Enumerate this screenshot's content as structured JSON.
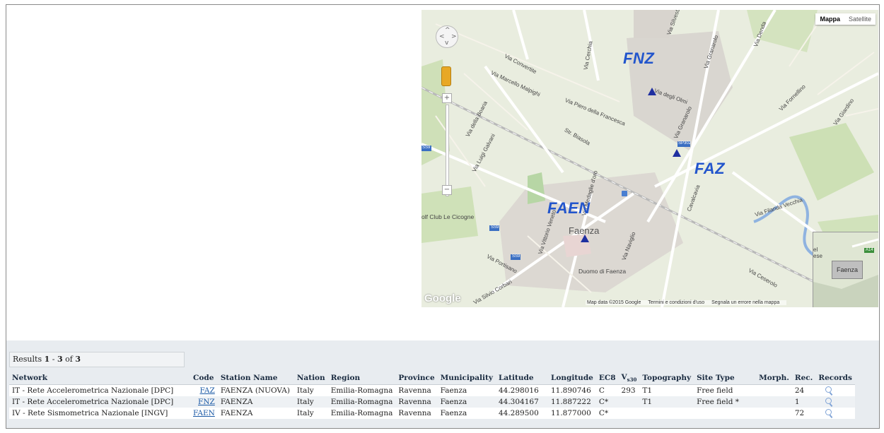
{
  "map": {
    "type_buttons": [
      "Mappa",
      "Satellite"
    ],
    "active_type": "Mappa",
    "station_labels": [
      "FNZ",
      "FAZ",
      "FAEN"
    ],
    "town_label": "Faenza",
    "street_labels": [
      "Via Convertite",
      "Via Cerchia",
      "Via Silvestro",
      "Via Granarolo",
      "Via Denda",
      "Via degli Olmi",
      "Via Marcello Malpighi",
      "Via della Boaria",
      "Via Luigi Galvani",
      "Via Piero della Francesca",
      "Str. Biasola",
      "Via Granarolo",
      "Via Fornellino",
      "Via Giardino",
      "Cavalcavia",
      "Via Filanda Vecchia",
      "Via Vittorio Veneto",
      "Via Portisano",
      "Via Silvio Corbari",
      "Via Ceserolo",
      "Via Naviglio",
      "Via Medaglie d'oro"
    ],
    "place_labels": [
      "olf Club Le Cicogne",
      "Duomo di Faenza",
      "SP302",
      "SS9",
      "SS9",
      "SS9",
      "A14"
    ],
    "attribution": [
      "Map data ©2015 Google",
      "Termini e condizioni d'uso",
      "Segnala un errore nella mappa"
    ],
    "google_logo": "Google",
    "overview_label": "Faenza",
    "overview_side_text": "el ese"
  },
  "results": {
    "prefix": "Results",
    "from": "1",
    "to": "3",
    "of_word": "of",
    "total": "3",
    "headers": [
      "Network",
      "Code",
      "Station Name",
      "Nation",
      "Region",
      "Province",
      "Municipality",
      "Latitude",
      "Longitude",
      "EC8",
      "V",
      "Topography",
      "Site Type",
      "Morph.",
      "Rec.",
      "Records"
    ],
    "vs30_sub": "s30",
    "rows": [
      {
        "network": "IT - Rete Accelerometrica Nazionale [DPC]",
        "code": "FAZ",
        "station": "FAENZA (NUOVA)",
        "nation": "Italy",
        "region": "Emilia-Romagna",
        "province": "Ravenna",
        "municipality": "Faenza",
        "lat": "44.298016",
        "lon": "11.890746",
        "ec8": "C",
        "vs30": "293",
        "topo": "T1",
        "site": "Free field",
        "morph": "",
        "rec": "24"
      },
      {
        "network": "IT - Rete Accelerometrica Nazionale [DPC]",
        "code": "FNZ",
        "station": "FAENZA",
        "nation": "Italy",
        "region": "Emilia-Romagna",
        "province": "Ravenna",
        "municipality": "Faenza",
        "lat": "44.304167",
        "lon": "11.887222",
        "ec8": "C*",
        "vs30": "",
        "topo": "T1",
        "site": "Free field *",
        "morph": "",
        "rec": "1"
      },
      {
        "network": "IV - Rete Sismometrica Nazionale [INGV]",
        "code": "FAEN",
        "station": "FAENZA",
        "nation": "Italy",
        "region": "Emilia-Romagna",
        "province": "Ravenna",
        "municipality": "Faenza",
        "lat": "44.289500",
        "lon": "11.877000",
        "ec8": "C*",
        "vs30": "",
        "topo": "",
        "site": "",
        "morph": "",
        "rec": "72"
      }
    ]
  },
  "colors": {
    "station_marker": "#1f2fa0",
    "label_blue": "#2255cc",
    "panel_bg": "#e8ecf0",
    "link": "#1b5aa6"
  }
}
